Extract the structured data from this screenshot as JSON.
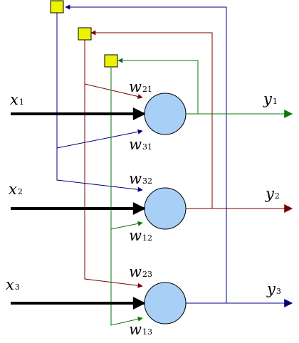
{
  "colors": {
    "neuron_fill": "#a8cff5",
    "neuron_stroke": "#000000",
    "delay_fill": "#ecf200",
    "feedback_y1": "#0a7a0a",
    "feedback_y2": "#7a0000",
    "feedback_y3": "#000080",
    "input_line": "#000000"
  },
  "inputs": [
    {
      "symbol": "x",
      "index": "1"
    },
    {
      "symbol": "x",
      "index": "2"
    },
    {
      "symbol": "x",
      "index": "3"
    }
  ],
  "outputs": [
    {
      "symbol": "y",
      "index": "1"
    },
    {
      "symbol": "y",
      "index": "2"
    },
    {
      "symbol": "y",
      "index": "3"
    }
  ],
  "weights": [
    {
      "id": "w21",
      "symbol": "w",
      "index": "21"
    },
    {
      "id": "w31",
      "symbol": "w",
      "index": "31"
    },
    {
      "id": "w32",
      "symbol": "w",
      "index": "32"
    },
    {
      "id": "w12",
      "symbol": "w",
      "index": "12"
    },
    {
      "id": "w23",
      "symbol": "w",
      "index": "23"
    },
    {
      "id": "w13",
      "symbol": "w",
      "index": "13"
    }
  ],
  "neurons": [
    "neuron-1",
    "neuron-2",
    "neuron-3"
  ],
  "delays": [
    "delay-y3",
    "delay-y2",
    "delay-y1"
  ]
}
